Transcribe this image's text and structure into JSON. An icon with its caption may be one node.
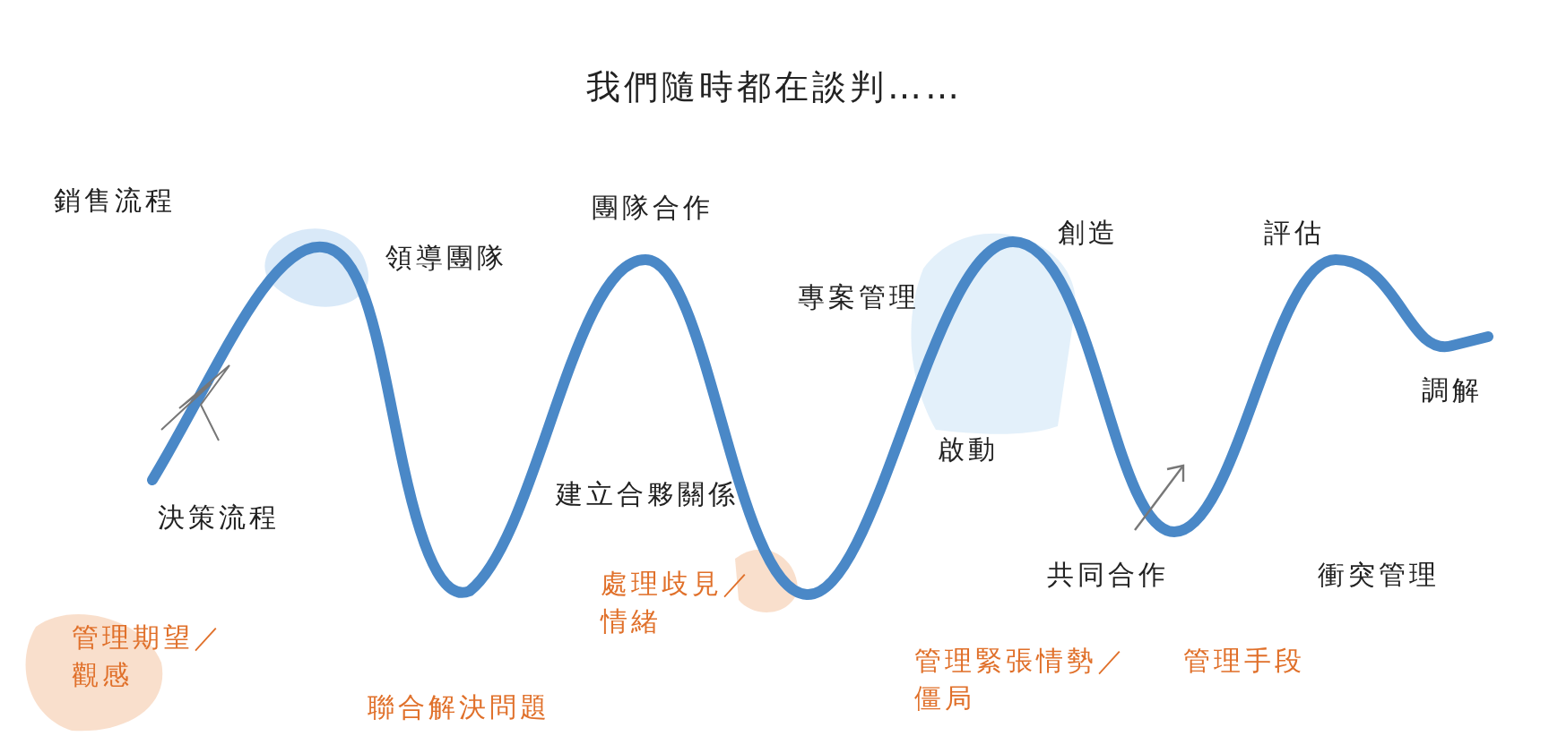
{
  "diagram": {
    "title": "我們隨時都在談判……",
    "labels": [
      "銷售流程",
      "團隊合作",
      "創造",
      "評估",
      "領導團隊",
      "專案管理",
      "調解",
      "啟動",
      "建立合夥關係",
      "決策流程",
      "共同合作",
      "衝突管理",
      "處理歧見／情緒",
      "管理期望／觀感",
      "管理緊張情勢／僵局",
      "管理手段",
      "聯合解決問題"
    ]
  }
}
